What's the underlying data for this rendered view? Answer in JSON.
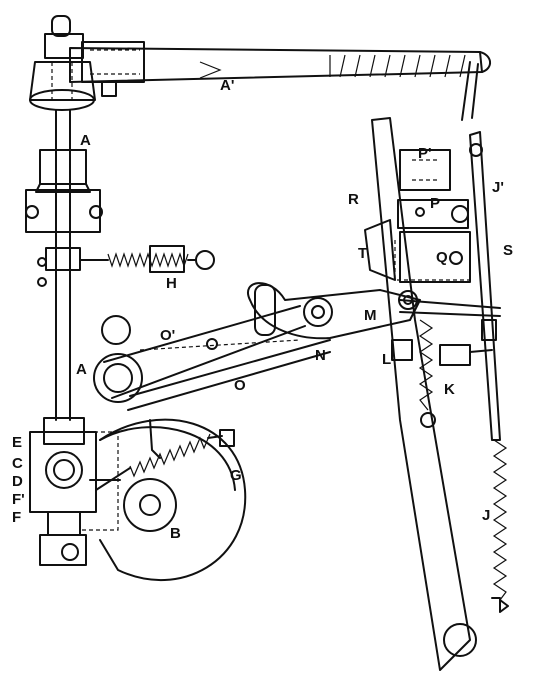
{
  "labels": {
    "A_top": "A",
    "A_mid": "A",
    "A_prime": "A'",
    "B": "B",
    "C": "C",
    "D": "D",
    "E": "E",
    "F_prime": "F'",
    "F": "F",
    "G": "G",
    "H": "H",
    "J": "J",
    "J_prime": "J'",
    "K": "K",
    "L": "L",
    "M": "M",
    "N": "N",
    "O": "O",
    "O_prime": "O'",
    "P": "P",
    "P_prime": "P'",
    "Q": "Q",
    "R": "R",
    "S": "S",
    "T": "T"
  },
  "colors": {
    "ink": "#111111",
    "paper": "#ffffff"
  }
}
